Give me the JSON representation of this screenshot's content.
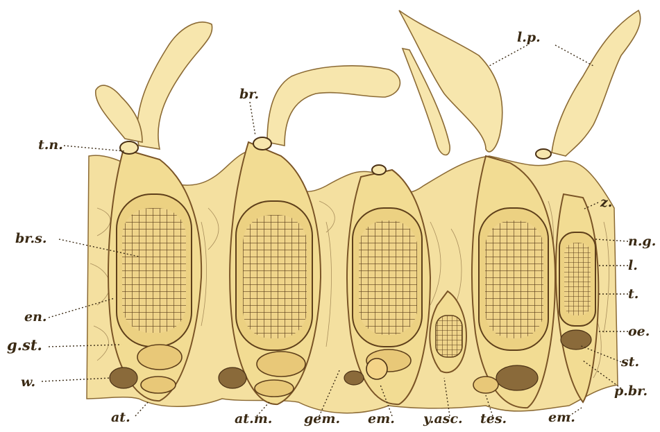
{
  "figure": {
    "background_color": "#ffffff",
    "tissue_color": "#f2dc93",
    "ink_color": "#3a2a14"
  },
  "labels": {
    "l_p": "l.p.",
    "br": "br.",
    "t_n": "t.n.",
    "z": "z.",
    "n_g": "n.g.",
    "l": "l.",
    "t": "t.",
    "br_s": "br.s.",
    "en": "en.",
    "g_st": "g.st.",
    "w": "w.",
    "oe": "oe.",
    "st": "st.",
    "p_br": "p.br.",
    "at": "at.",
    "at_m": "at.m.",
    "gem": "gem.",
    "em": "em.",
    "y_asc": "y.asc.",
    "tes": "tes.",
    "em2": "em."
  }
}
